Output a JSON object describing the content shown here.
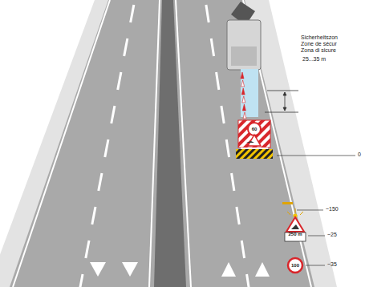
{
  "diagram": {
    "labels": [
      "Sicherheitszon",
      "Zone de sécur",
      "Zona di sicure",
      "25...35 m",
      "60",
      "0",
      "~150",
      "250 m",
      "~25",
      "100",
      "~35"
    ]
  }
}
